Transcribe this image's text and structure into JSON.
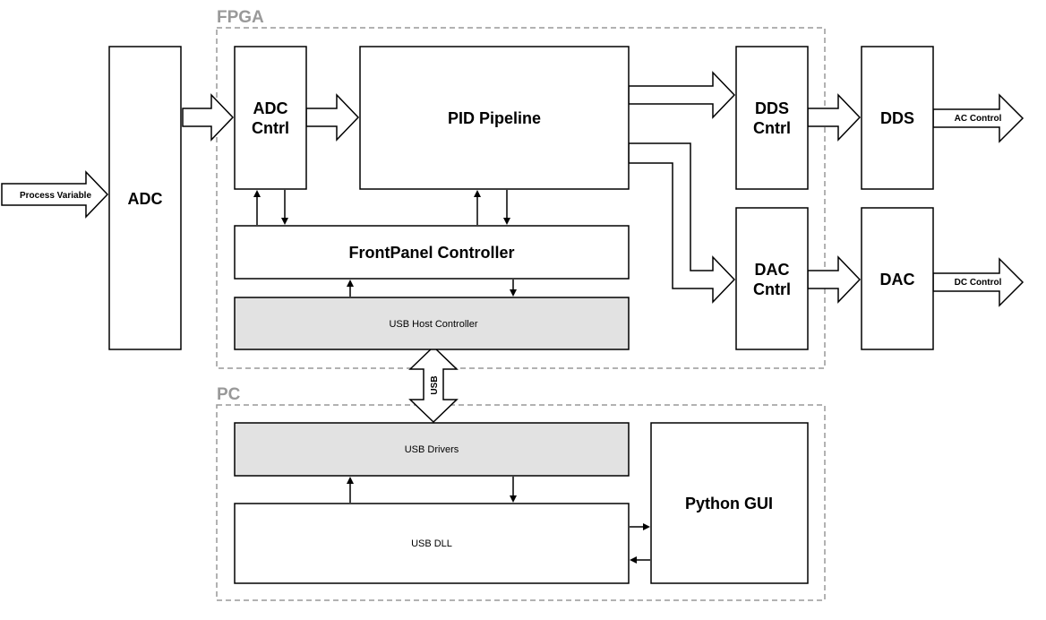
{
  "groups": {
    "fpga": "FPGA",
    "pc": "PC"
  },
  "blocks": {
    "adc": "ADC",
    "adc_cntrl_line1": "ADC",
    "adc_cntrl_line2": "Cntrl",
    "pid_pipeline": "PID Pipeline",
    "frontpanel_controller": "FrontPanel Controller",
    "usb_host_controller": "USB Host Controller",
    "dds_cntrl_line1": "DDS",
    "dds_cntrl_line2": "Cntrl",
    "dac_cntrl_line1": "DAC",
    "dac_cntrl_line2": "Cntrl",
    "dds": "DDS",
    "dac": "DAC",
    "usb_drivers": "USB Drivers",
    "usb_dll": "USB DLL",
    "python_gui": "Python GUI"
  },
  "arrows": {
    "process_variable": "Process Variable",
    "ac_control": "AC Control",
    "dc_control": "DC Control",
    "usb_link": "USB"
  },
  "colors": {
    "shaded_block": "#e2e2e2",
    "group_border": "#999999"
  }
}
